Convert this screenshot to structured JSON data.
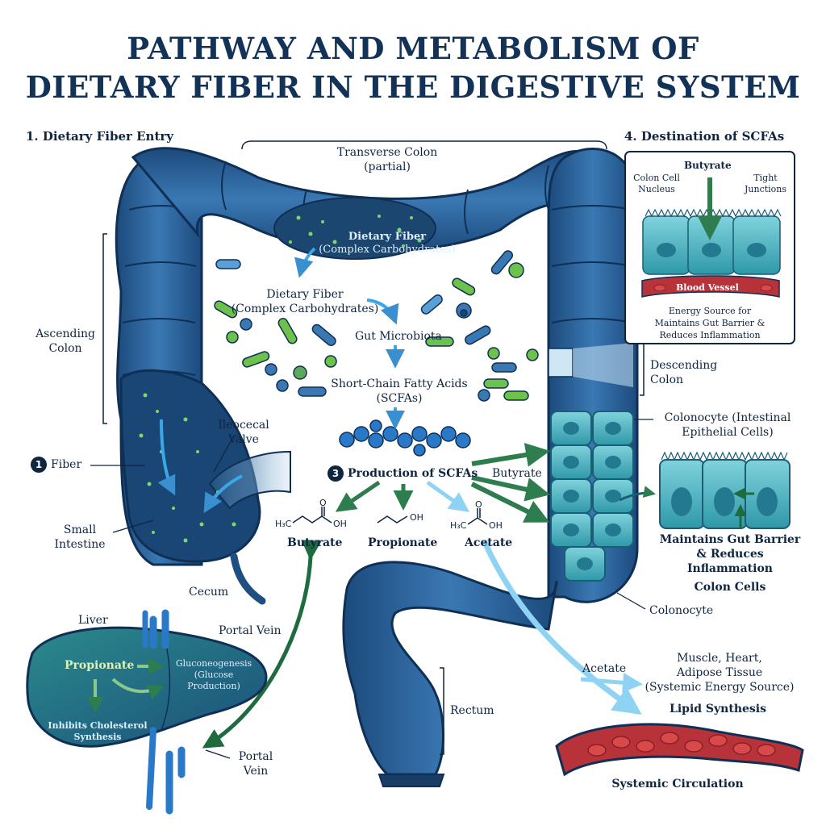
{
  "title": {
    "line1": "PATHWAY AND METABOLISM OF",
    "line2": "DIETARY FIBER IN THE DIGESTIVE SYSTEM"
  },
  "sections": {
    "entry": "1. Dietary Fiber Entry",
    "destination": "4. Destination of SCFAs"
  },
  "colon": {
    "transverse_line1": "Transverse Colon",
    "transverse_line2": "(partial)",
    "ascending_line1": "Ascending",
    "ascending_line2": "Colon",
    "descending_line1": "Descending",
    "descending_line2": "Colon",
    "rectum": "Rectum",
    "cecum": "Cecum",
    "ileocecal_line1": "Ileocecal",
    "ileocecal_line2": "Valve",
    "small_intestine_line1": "Small",
    "small_intestine_line2": "Intestine",
    "fiber_badge": "1",
    "fiber": "Fiber"
  },
  "process": {
    "inner_fiber_line1": "Dietary Fiber",
    "inner_fiber_line2": "(Complex Carbohydrates)",
    "fiber_line1": "Dietary Fiber",
    "fiber_line2": "(Complex Carbohydrates)",
    "microbiota": "Gut Microbiota",
    "scfa_line1": "Short-Chain Fatty Acids",
    "scfa_line2": "(SCFAs)",
    "production_badge": "3",
    "production": "Production of SCFAs",
    "butyrate": "Butyrate",
    "propionate": "Propionate",
    "acetate": "Acetate",
    "h3c": "H₃C",
    "oh": "OH",
    "o": "O",
    "branch_butyrate": "Butyrate"
  },
  "destination_inset": {
    "butyrate": "Butyrate",
    "nucleus_line1": "Colon Cell",
    "nucleus_line2": "Nucleus",
    "tight_line1": "Tight",
    "tight_line2": "Junctions",
    "blood_vessel": "Blood Vessel",
    "desc_line1": "Energy Source for",
    "desc_line2": "Maintains Gut Barrier &",
    "desc_line3": "Reduces Inflammation"
  },
  "colonocyte": {
    "top_line1": "Colonocyte (Intestinal",
    "top_line2": "Epithelial Cells)",
    "barrier_line1": "Maintains Gut Barrier",
    "barrier_line2": "& Reduces",
    "barrier_line3": "Inflammation",
    "colon_cells": "Colon Cells",
    "bottom": "Colonocyte"
  },
  "liver": {
    "liver": "Liver",
    "portal_vein_top": "Portal Vein",
    "propionate": "Propionate",
    "gluco_line1": "Gluconeogenesis",
    "gluco_line2": "(Glucose",
    "gluco_line3": "Production)",
    "chol_line1": "Inhibits Cholesterol",
    "chol_line2": "Synthesis",
    "portal_line1": "Portal",
    "portal_line2": "Vein"
  },
  "systemic": {
    "acetate": "Acetate",
    "muscle_line1": "Muscle, Heart,",
    "muscle_line2": "Adipose Tissue",
    "muscle_line3": "(Systemic Energy Source)",
    "lipid": "Lipid Synthesis",
    "circulation": "Systemic Circulation"
  },
  "colors": {
    "colon_dark": "#1f4f82",
    "colon_mid": "#2f6ea8",
    "colon_light": "#5a93c6",
    "fiber_green": "#6cc24a",
    "arrow_green": "#2e7d4f",
    "arrow_light_blue": "#8fd3f4",
    "cell_teal": "#4fb6c4",
    "blood_red": "#b8323a",
    "title_navy": "#123257"
  }
}
